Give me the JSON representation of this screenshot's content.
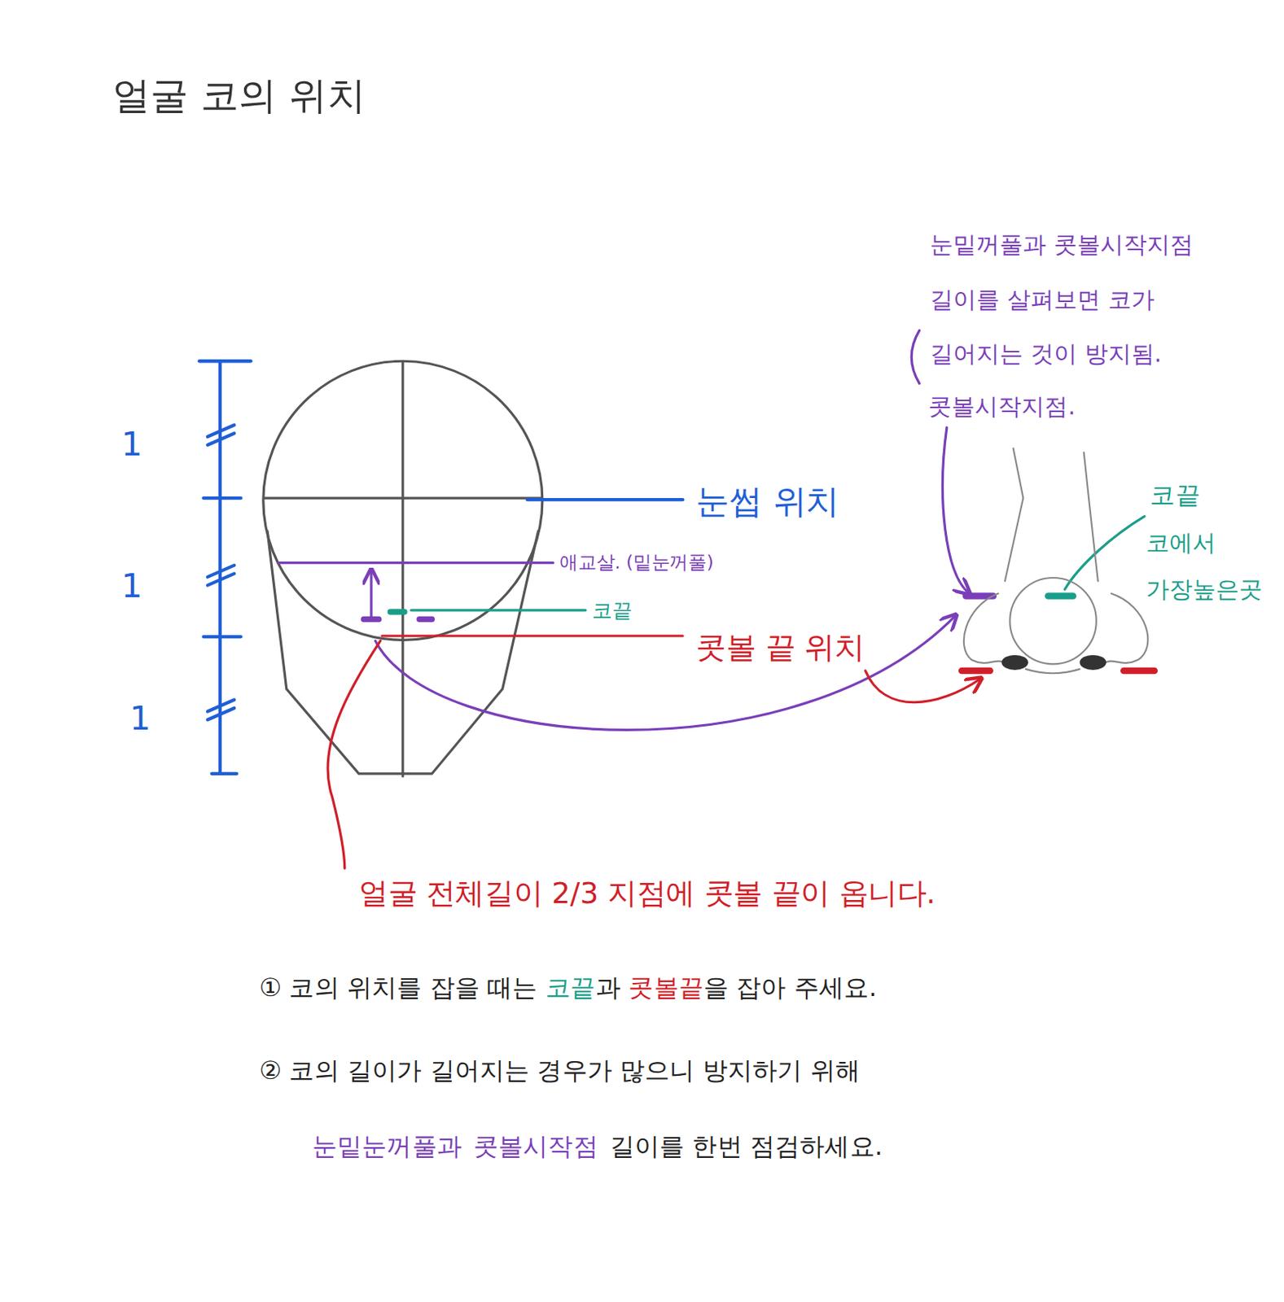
{
  "diagram": {
    "title": "얼굴 코의 위치",
    "labels": [
      "1",
      "1",
      "1",
      "눈썹 위치",
      "애교살. (밑눈꺼풀)",
      "코끝",
      "콧볼 끝 위치",
      "눈밑꺼풀과 콧볼시작지점 길이를 살펴보면 코가 길어지는 것이 방지됨.",
      "콧볼시작지점.",
      "코끝",
      "코에서 가장높은곳",
      "얼굴 전체길이 2/3 지점에 콧볼 끝이 옵니다.",
      "① 코의 위치를 잡을 때는",
      "코끝",
      "과",
      "콧볼끝",
      "을 잡아 주세요.",
      "② 코의 길이가 길어지는 경우가 많으니 방지하기 위해",
      "눈밑눈꺼풀과",
      "콧볼시작점",
      "길이를 한번 점검하세요."
    ]
  }
}
